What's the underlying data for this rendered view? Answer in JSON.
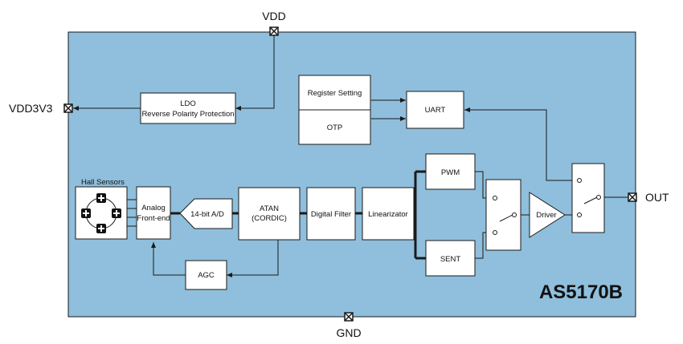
{
  "pins": {
    "vdd": "VDD",
    "vdd3v3": "VDD3V3",
    "out": "OUT",
    "gnd": "GND"
  },
  "blocks": {
    "ldo_line1": "LDO",
    "ldo_line2": "Reverse Polarity Protection",
    "register_setting": "Register Setting",
    "otp": "OTP",
    "uart": "UART",
    "hall_sensors": "Hall Sensors",
    "analog_fe_line1": "Analog",
    "analog_fe_line2": "Front-end",
    "adc": "14-bit A/D",
    "atan_line1": "ATAN",
    "atan_line2": "(CORDIC)",
    "digital_filter": "Digital Filter",
    "linearizator": "Linearizator",
    "pwm": "PWM",
    "sent": "SENT",
    "driver": "Driver",
    "agc": "AGC"
  },
  "chip_name": "AS5170B",
  "colors": {
    "chip_fill": "#8fbfdc",
    "block_fill": "#ffffff",
    "line": "#1a1a1a"
  }
}
